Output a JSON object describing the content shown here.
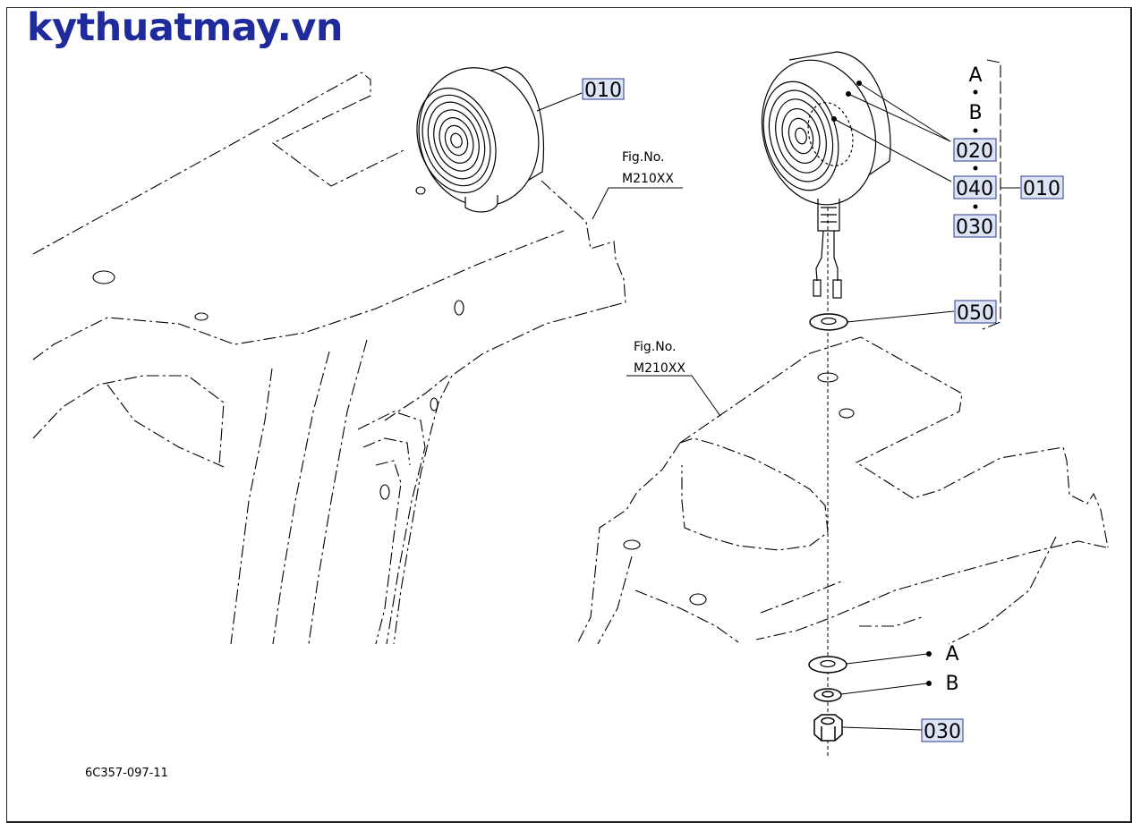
{
  "watermark": "kythuatmay.vn",
  "drawing_code": "6C357-097-11",
  "colors": {
    "watermark": "#1f2a9c",
    "label_box_fill": "#dde4f5",
    "label_box_stroke": "#2b3a8f"
  },
  "left_view": {
    "part_label": "010",
    "fig_ref_line1": "Fig.No.",
    "fig_ref_line2": "M210XX"
  },
  "right_view": {
    "fig_ref_line1": "Fig.No.",
    "fig_ref_line2": "M210XX",
    "kit": {
      "sub_a": "A",
      "sub_b": "B",
      "p020": "020",
      "p040": "040",
      "p030": "030",
      "assembly": "010"
    },
    "washer_label": "050",
    "hardware": {
      "label_a": "A",
      "label_b": "B",
      "nut_label": "030"
    }
  }
}
